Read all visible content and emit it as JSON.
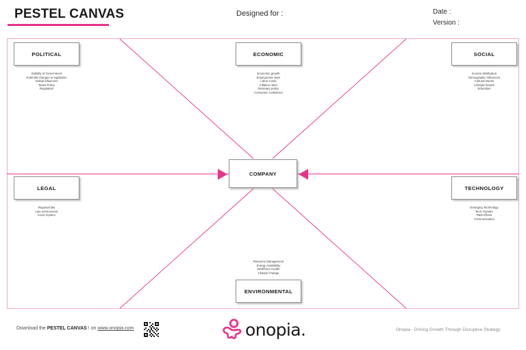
{
  "header": {
    "title": "PESTEL CANVAS",
    "designed_for_label": "Designed for  :",
    "date_label": "Date :",
    "version_label": "Version :"
  },
  "center": {
    "label": "COMPANY"
  },
  "factors": {
    "political": {
      "title": "POLITICAL",
      "items": [
        "Stability of Government",
        "Potential changes to legislation",
        "Global influences",
        "Taxes Policy",
        "Regulation"
      ]
    },
    "economic": {
      "title": "ECONOMIC",
      "items": [
        "Economic growth",
        "Employment rates",
        "Labor Costs",
        "Inflation rates",
        "Monetary policy",
        "Consumer confidence"
      ]
    },
    "social": {
      "title": "SOCIAL",
      "items": [
        "Income distribution",
        "Demographic influences",
        "Cultural Norms",
        "Lifestyle factors",
        "Education"
      ]
    },
    "legal": {
      "title": "LEGAL",
      "items": [
        "Regional law",
        "Law enforcement",
        "Court System"
      ]
    },
    "technology": {
      "title": "TECHNOLOGY",
      "items": [
        "Emerging Technology",
        "Tech Transfer",
        "R&D Efforts",
        "Communication"
      ]
    },
    "environmental": {
      "title": "ENVIRONMENTAL",
      "items": [
        "Resource Management",
        "Energy Availability",
        "Workforce Health",
        "Climate Change"
      ]
    }
  },
  "footer": {
    "download_prefix": "Download the ",
    "download_brand": "PESTEL CANVAS",
    "download_middle": " ! on ",
    "download_url": "www.onopia.com",
    "logo_text": "onopia.",
    "tagline": "Onopia - Driving Growth Through Disruptive Strategy"
  },
  "colors": {
    "accent_pink": "#e8338a",
    "frame_pink": "#f0a8ca",
    "text_dark": "#1a1a1a"
  }
}
